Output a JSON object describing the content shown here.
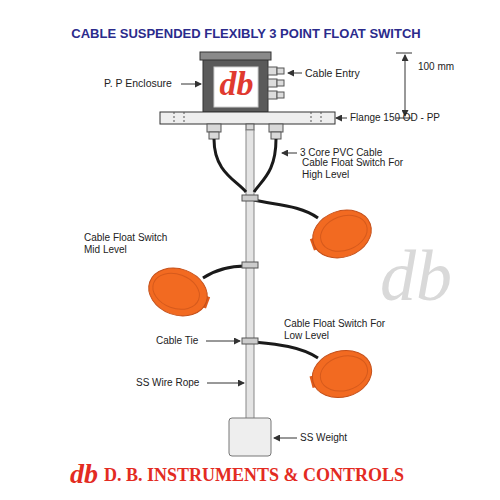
{
  "diagram": {
    "title": "CABLE SUSPENDED FLEXIBLY 3 POINT FLOAT SWITCH",
    "labels": [
      "P. P Enclosure",
      "db",
      "Cable Entry",
      "100 mm",
      "Flange 150 OD - PP",
      "3 Core PVC Cable",
      "Cable Float Switch For High Level",
      "Cable Float Switch Mid Level",
      "Cable Tie",
      "Cable Float Switch For Low Level",
      "SS Wire Rope",
      "SS Weight",
      "db",
      "db",
      "D. B. INSTRUMENTS & CONTROLS"
    ]
  }
}
